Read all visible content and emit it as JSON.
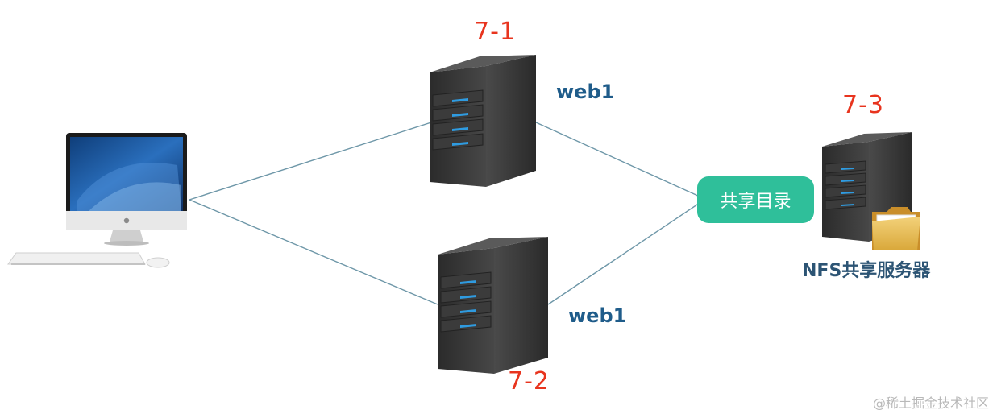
{
  "labels": {
    "server1_id": "7-1",
    "server2_id": "7-2",
    "server3_id": "7-3",
    "server1_role": "web1",
    "server2_role": "web1",
    "nfs_server": "NFS共享服务器",
    "shared_dir": "共享目录",
    "watermark": "@稀土掘金技术社区"
  },
  "colors": {
    "id_label": "#e8341e",
    "role_label": "#1f5c8a",
    "pill": "#2fbf9a",
    "link_line": "#6e97a8",
    "led": "#2f9be0"
  },
  "icons": {
    "client": "desktop-computer-icon",
    "servers": "server-tower-icon",
    "folder": "folder-icon"
  }
}
